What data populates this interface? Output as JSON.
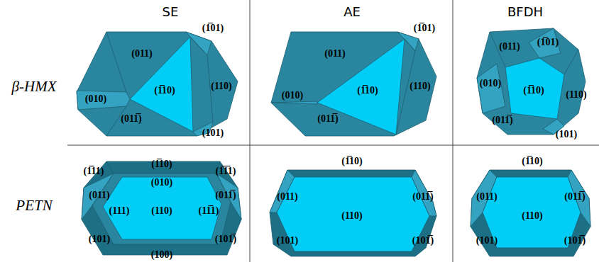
{
  "diagram": {
    "labels": [
      "SE",
      "AE",
      "BFDH",
      "β-HMX",
      "PETN",
      "(011)",
      "(1̅01)",
      "(010)",
      "(1̅10)",
      "(110)",
      "(011̅)",
      "(101)",
      "(011)",
      "(1̅01)",
      "(010)",
      "(1̅10)",
      "(110)",
      "(011̅)",
      "(011)",
      "(1̅01)",
      "(010)",
      "(1̅10)",
      "(110)",
      "(011̅)",
      "(101)",
      "(1̅11)",
      "(1̅10)",
      "(1̅1̅1)",
      "(010)",
      "(011)",
      "(011̅)",
      "(111)",
      "(110)",
      "(11̅1)",
      "(101)",
      "(101̅)",
      "(100)",
      "(1̅10)",
      "(011)",
      "(011̅)",
      "(110)",
      "(101)",
      "(101̅)",
      "(1̅10)",
      "(011)",
      "(011̅)",
      "(110)",
      "(101)",
      "(101̅)"
    ]
  }
}
